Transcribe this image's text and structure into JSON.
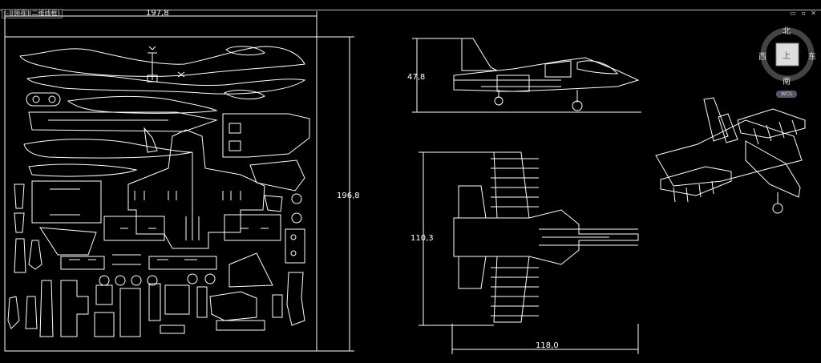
{
  "viewport": {
    "label": "[-][俯视][二维线框]"
  },
  "dimensions": {
    "sheet_width": "197,8",
    "sheet_height": "196,8",
    "side_height": "47,8",
    "top_height": "110,3",
    "top_width": "118,0"
  },
  "viewcube": {
    "north": "北",
    "south": "南",
    "east": "东",
    "west": "西",
    "face": "上",
    "wcs": "WCS"
  },
  "window": {
    "controls": "▭ ▫ ✕"
  },
  "colors": {
    "background": "#000000",
    "lines": "#ffffff"
  }
}
